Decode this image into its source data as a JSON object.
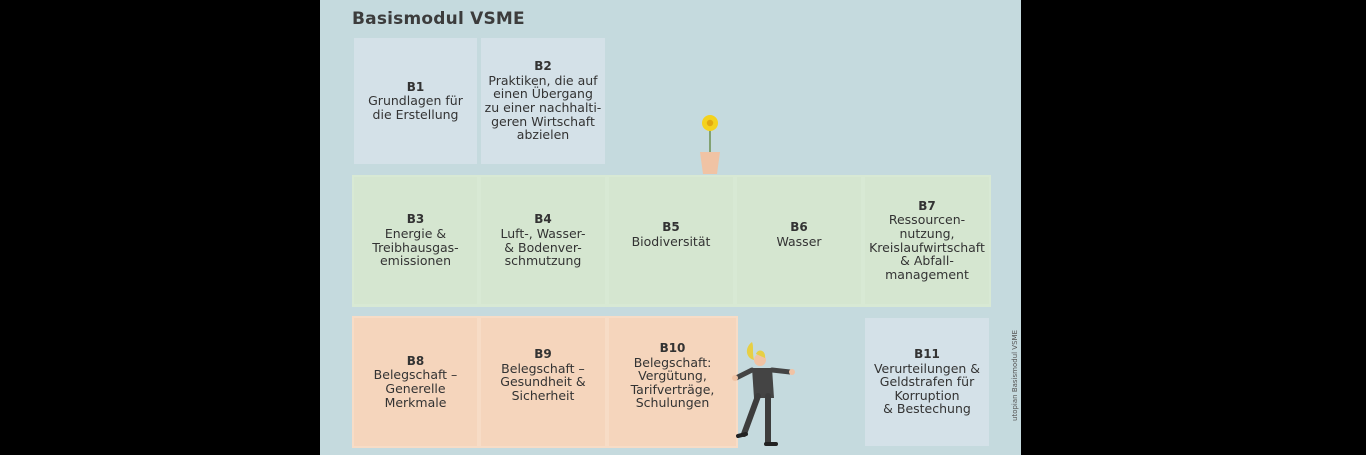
{
  "title": "Basismodul VSME",
  "credit": "utopian Basismodul VSME",
  "modules": [
    {
      "code": "B1",
      "lines": [
        "Grundlagen für",
        "die Erstellung"
      ]
    },
    {
      "code": "B2",
      "lines": [
        "Praktiken, die auf",
        "einen Übergang",
        "zu einer nachhalti-",
        "geren Wirtschaft",
        "abzielen"
      ]
    },
    {
      "code": "B3",
      "lines": [
        "Energie &",
        "Treibhausgas-",
        "emissionen"
      ]
    },
    {
      "code": "B4",
      "lines": [
        "Luft-, Wasser-",
        "& Bodenver-",
        "schmutzung"
      ]
    },
    {
      "code": "B5",
      "lines": [
        "Biodiversität"
      ]
    },
    {
      "code": "B6",
      "lines": [
        "Wasser"
      ]
    },
    {
      "code": "B7",
      "lines": [
        "Ressourcen-",
        "nutzung,",
        "Kreislaufwirtschaft",
        "& Abfall-",
        "management"
      ]
    },
    {
      "code": "B8",
      "lines": [
        "Belegschaft –",
        "Generelle",
        "Merkmale"
      ]
    },
    {
      "code": "B9",
      "lines": [
        "Belegschaft –",
        "Gesundheit &",
        "Sicherheit"
      ]
    },
    {
      "code": "B10",
      "lines": [
        "Belegschaft:",
        "Vergütung,",
        "Tarifverträge,",
        "Schulungen"
      ]
    },
    {
      "code": "B11",
      "lines": [
        "Verurteilungen &",
        "Geldstrafen für",
        "Korruption",
        "& Bestechung"
      ]
    }
  ],
  "colors": {
    "panel": "#c5dade",
    "blue": "#d4e1e8",
    "green": "#d5e6d0",
    "orange": "#f5d5bc"
  }
}
